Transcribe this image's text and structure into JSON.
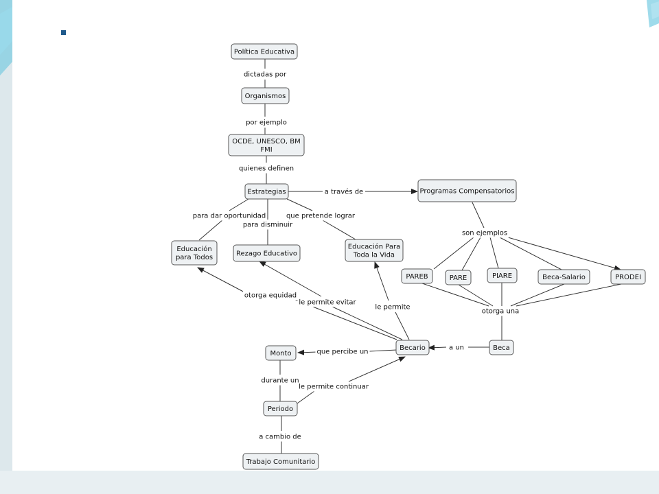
{
  "concept_map": {
    "nodes": [
      {
        "id": "politica",
        "lines": [
          "Política Educativa"
        ]
      },
      {
        "id": "organismos",
        "lines": [
          "Organismos"
        ]
      },
      {
        "id": "ocde",
        "lines": [
          "OCDE, UNESCO, BM",
          "FMI"
        ]
      },
      {
        "id": "estrategias",
        "lines": [
          "Estrategias"
        ]
      },
      {
        "id": "programas",
        "lines": [
          "Programas Compensatorios"
        ]
      },
      {
        "id": "edutodos",
        "lines": [
          "Educación",
          "para Todos"
        ]
      },
      {
        "id": "rezago",
        "lines": [
          "Rezago Educativo"
        ]
      },
      {
        "id": "eduvida",
        "lines": [
          "Educación Para",
          "Toda la Vida"
        ]
      },
      {
        "id": "pareb",
        "lines": [
          "PAREB"
        ]
      },
      {
        "id": "pare",
        "lines": [
          "PARE"
        ]
      },
      {
        "id": "piare",
        "lines": [
          "PIARE"
        ]
      },
      {
        "id": "becasalario",
        "lines": [
          "Beca-Salario"
        ]
      },
      {
        "id": "prodei",
        "lines": [
          "PRODEI"
        ]
      },
      {
        "id": "becario",
        "lines": [
          "Becario"
        ]
      },
      {
        "id": "beca",
        "lines": [
          "Beca"
        ]
      },
      {
        "id": "monto",
        "lines": [
          "Monto"
        ]
      },
      {
        "id": "periodo",
        "lines": [
          "Periodo"
        ]
      },
      {
        "id": "trabajo",
        "lines": [
          "Trabajo Comunitario"
        ]
      }
    ],
    "links": [
      {
        "id": "dictadas",
        "text": "dictadas por"
      },
      {
        "id": "porejemplo",
        "text": "por ejemplo"
      },
      {
        "id": "quienes",
        "text": "quienes definen"
      },
      {
        "id": "atraves",
        "text": "a través de"
      },
      {
        "id": "paradar",
        "text": "para dar oportunidad"
      },
      {
        "id": "paradism",
        "text": "para disminuir"
      },
      {
        "id": "quepret",
        "text": "que pretende lograr"
      },
      {
        "id": "sonej",
        "text": "son ejemplos"
      },
      {
        "id": "otorgauna",
        "text": "otorga una"
      },
      {
        "id": "aun",
        "text": "a un"
      },
      {
        "id": "otorgaeq",
        "text": "otorga equidad"
      },
      {
        "id": "lepermev",
        "text": "le permite evitar"
      },
      {
        "id": "leperm",
        "text": "le permite"
      },
      {
        "id": "queperc",
        "text": "que percibe un"
      },
      {
        "id": "durante",
        "text": "durante un"
      },
      {
        "id": "lepermcont",
        "text": "le permite continuar"
      },
      {
        "id": "acambio",
        "text": "a cambio de"
      }
    ]
  }
}
